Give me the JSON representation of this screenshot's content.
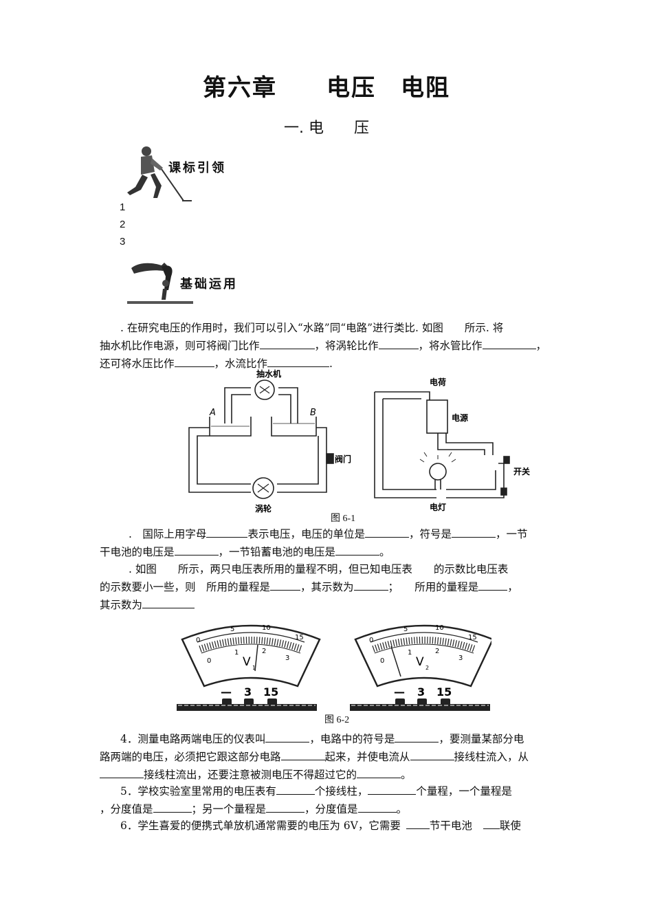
{
  "header": {
    "title": "第六章　　电压　电阻",
    "subtitle": "一. 电　　压"
  },
  "sections": {
    "kebiao": "课标引领",
    "jichu": "基础运用"
  },
  "objectives": [
    "1",
    "2",
    "3"
  ],
  "q1": {
    "line1": ". 在研究电压的作用时，我们可以引入“水路”同“电路”进行类比. 如图　　所示. 将",
    "line2a": "抽水机比作电源，则可将阀门比作",
    "line2b": "，将涡轮比作",
    "line2c": "，将水管比作",
    "line2d": "，",
    "line3a": "还可将水压比作",
    "line3b": "，水流比作",
    "line3c": "."
  },
  "fig1": {
    "pump": "抽水机",
    "a": "A",
    "b": "B",
    "valve": "阀门",
    "turbine": "涡轮",
    "charge": "电荷",
    "source": "电源",
    "switch": "开关",
    "lamp": "电灯",
    "caption": "图 6-1"
  },
  "q2": {
    "a": ".　国际上用字母",
    "b": "表示电压，电压的单位是",
    "c": "，符号是",
    "d": "，一节",
    "e": "干电池的电压是",
    "f": "，一节铅蓄电池的电压是",
    "g": "。"
  },
  "q3": {
    "a": ". 如图　　所示，两只电压表所用的量程不明，但已知电压表　　的示数比电压表",
    "b": "的示数要小一些，则　所用的量程是",
    "c": "，其示数为",
    "d": "；　　所用的量程是",
    "e": "，",
    "f": "其示数为"
  },
  "fig2": {
    "caption": "图 6-2",
    "top_ticks": [
      "0",
      "5",
      "10",
      "15"
    ],
    "bottom_ticks": [
      "0",
      "1",
      "2",
      "3"
    ],
    "meter1_label": "V",
    "meter1_sub": "1",
    "meter2_label": "V",
    "meter2_sub": "2",
    "terminals": [
      "—",
      "3",
      "15"
    ]
  },
  "q4": {
    "a": "4．测量电路两端电压的仪表叫",
    "b": "，电路中的符号是",
    "c": "，要测量某部分电",
    "d": "路两端的电压，必须把它跟这部分电路",
    "e": "起来，并使电流从",
    "f": "接线柱流入，从",
    "g": "接线柱流出，还要注意被测电压不得超过它的",
    "h": "。"
  },
  "q5": {
    "a": "5．学校实验室里常用的电压表有",
    "b": "个接线柱，",
    "c": "个量程，一个量程是",
    "d": "，分度值是",
    "e": "；另一个量程是",
    "f": "，分度值是",
    "g": "。"
  },
  "q6": {
    "a": "6．学生喜爱的便携式单放机通常需要的电压为 6V，它需要",
    "b": "节干电池",
    "c": "联使"
  }
}
